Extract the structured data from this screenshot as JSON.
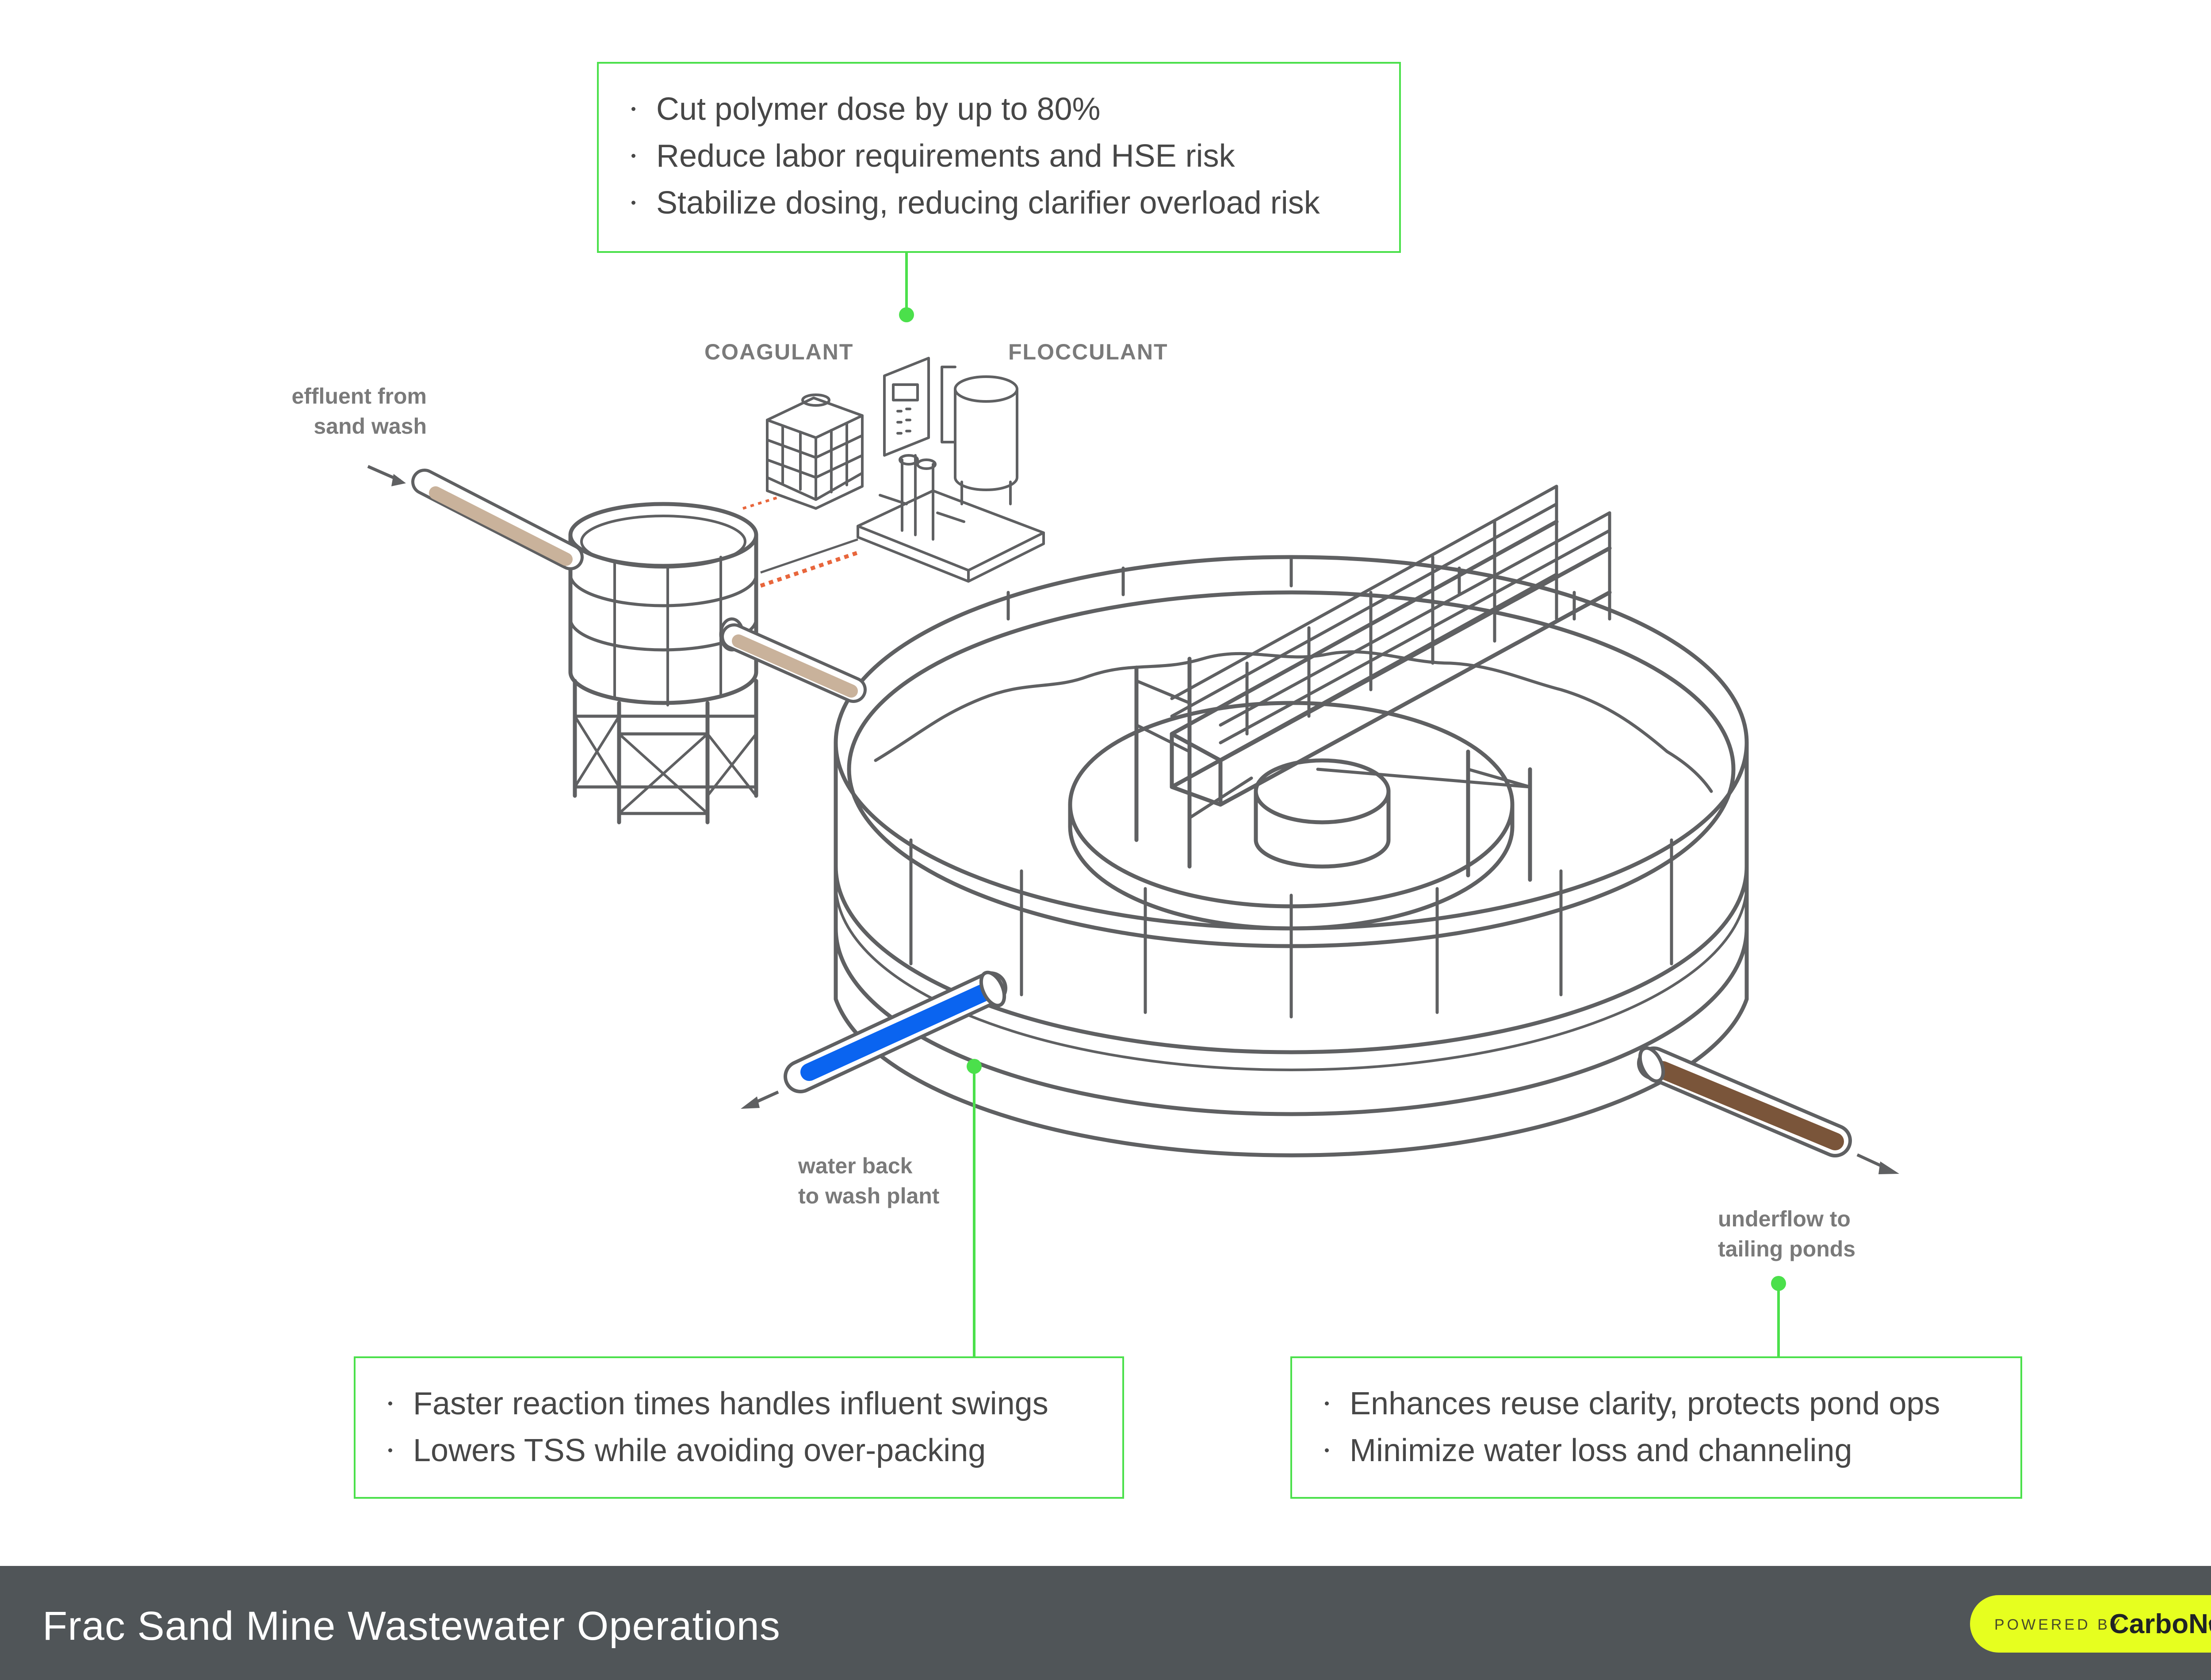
{
  "title": "Frac Sand Mine Wastewater Operations",
  "badge": {
    "prefix": "POWERED BY",
    "brand": "CarboNet"
  },
  "labels": {
    "coagulant": "COAGULANT",
    "flocculant": "FLOCCULANT",
    "effluent": [
      "effluent from",
      "sand wash"
    ],
    "water_back": [
      "water back",
      "to wash plant"
    ],
    "underflow": [
      "underflow to",
      "tailing ponds"
    ]
  },
  "callouts": {
    "dosing": [
      "Cut polymer dose by up to 80%",
      "Reduce labor requirements and HSE risk",
      "Stabilize dosing, reducing clarifier overload risk"
    ],
    "water_back": [
      "Faster reaction times handles influent swings",
      "Lowers TSS while avoiding over-packing"
    ],
    "underflow": [
      "Enhances reuse clarity, protects pond ops",
      "Minimize water loss and channeling"
    ]
  },
  "colors": {
    "callout_border": "#4be04b",
    "connector": "#4be04b",
    "line": "#5f6062",
    "clear_water": "#0a64f0",
    "effluent_pipe": "#c9b29b",
    "underflow_pipe": "#7a553a",
    "chemical_line": "#e8663c",
    "footer_bg": "#505558",
    "badge_bg": "#e6ff1f"
  }
}
